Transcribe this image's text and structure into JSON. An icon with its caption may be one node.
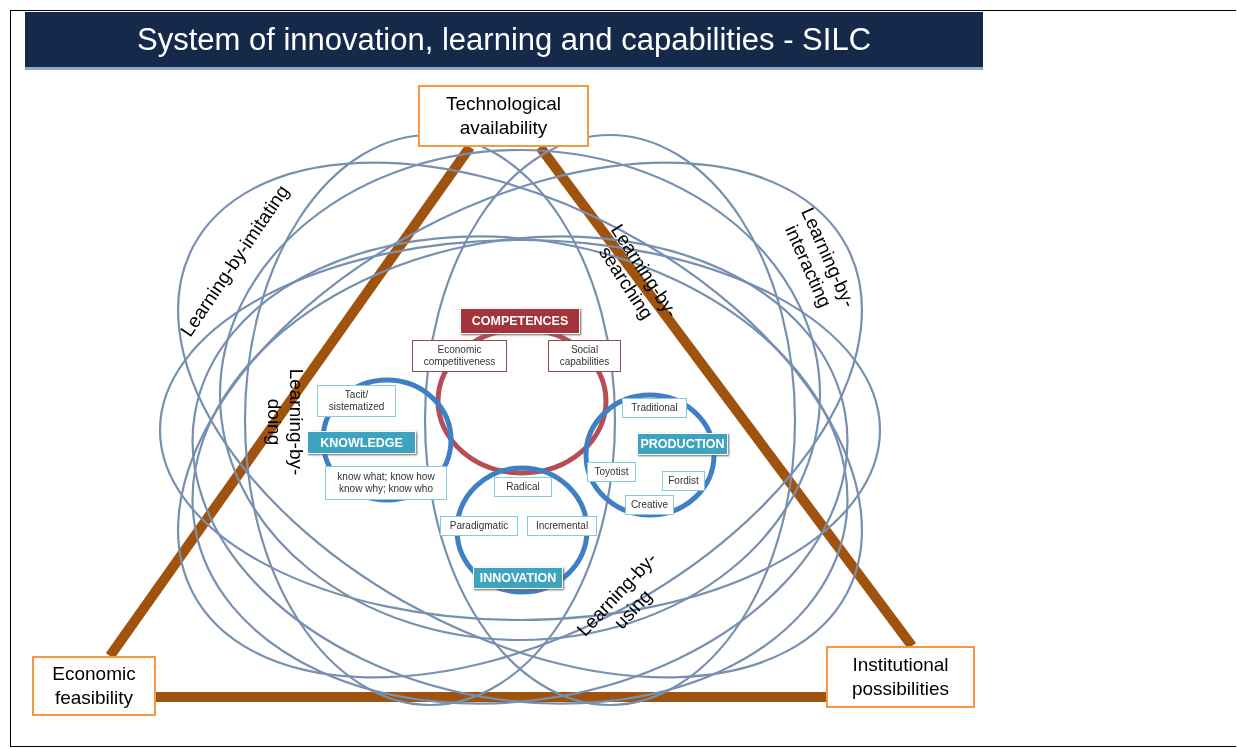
{
  "diagram": {
    "title": "System of innovation, learning and capabilities - SILC",
    "nodes": [
      {
        "text": [
          "Technological availability"
        ]
      },
      {
        "text": [
          "Economic feasibility"
        ]
      },
      {
        "text": [
          "Institutional possibilities"
        ]
      },
      {
        "text": [
          "COMPETENCES"
        ]
      },
      {
        "text": [
          "Economic competitiveness"
        ]
      },
      {
        "text": [
          "Social capabilities"
        ]
      },
      {
        "text": [
          "KNOWLEDGE"
        ]
      },
      {
        "text": [
          "Tacit/ sistematized"
        ]
      },
      {
        "text": [
          "know what; know how know why; know who"
        ],
        "in": 6
      },
      {
        "text": [
          "PRODUCTION"
        ]
      },
      {
        "text": [
          "Traditional"
        ],
        "in": 9
      },
      {
        "text": [
          "Toyotist"
        ],
        "in": 9
      },
      {
        "text": [
          "Fordist"
        ],
        "in": 9
      },
      {
        "text": [
          "Creative"
        ],
        "in": 9
      },
      {
        "text": [
          "INNOVATION"
        ]
      },
      {
        "text": [
          "Radical"
        ],
        "in": 14
      },
      {
        "text": [
          "Paradigmatic"
        ]
      },
      {
        "text": [
          "Incremental"
        ]
      }
    ],
    "edges": [
      {
        "from": 0,
        "to": 1,
        "arrow": "none"
      },
      {
        "from": 1,
        "to": 2,
        "arrow": "none"
      },
      {
        "from": 2,
        "to": 0,
        "arrow": "none"
      }
    ],
    "labels": [
      "Learning-by-imitating",
      "Learning-by-searching",
      "Learning-by-interacting",
      "Learning-by-doing",
      "Learning-by-using"
    ]
  }
}
